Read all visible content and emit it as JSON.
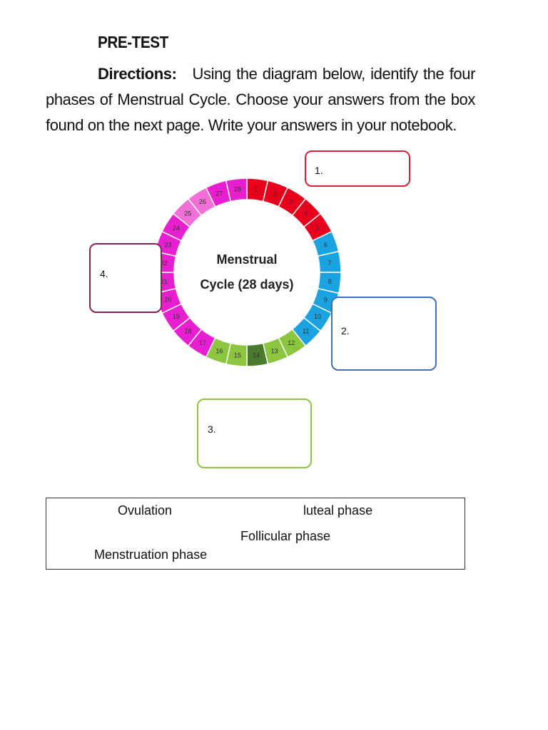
{
  "title": "PRE-TEST",
  "directions": {
    "label": "Directions:",
    "text": "Using the diagram below, identify the four phases of Menstrual Cycle. Choose your answers from the box found on the next page. Write your answers in your notebook."
  },
  "diagram": {
    "center_line1": "Menstrual",
    "center_line2": "Cycle (28 days)",
    "days": [
      "1",
      "2",
      "3",
      "4",
      "5",
      "6",
      "7",
      "8",
      "9",
      "10",
      "11",
      "12",
      "13",
      "14",
      "15",
      "16",
      "17",
      "18",
      "19",
      "20",
      "21",
      "22",
      "23",
      "24",
      "25",
      "26",
      "27",
      "28"
    ],
    "phase_colors": {
      "menstruation": "#e8001c",
      "follicular": "#1aa3e0",
      "ovulation_window": "#8cc63f",
      "ovulation_day": "#4a7a2c",
      "luteal": "#e81fd0",
      "luteal_light": "#f070d8"
    },
    "boxes": [
      {
        "label": "1.",
        "color": "#d9203a"
      },
      {
        "label": "2.",
        "color": "#3f6fc0"
      },
      {
        "label": "3.",
        "color": "#8cc63f"
      },
      {
        "label": "4.",
        "color": "#8b2352"
      }
    ]
  },
  "answers": [
    "Ovulation",
    "luteal phase",
    "Follicular phase",
    "Menstruation phase"
  ]
}
